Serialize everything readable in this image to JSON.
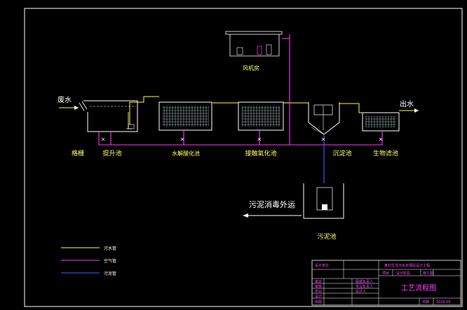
{
  "diagram": {
    "inlet_label": "废水",
    "outlet_label": "出水",
    "blower_room": "风机房",
    "units": {
      "screen": "格栅",
      "lift_tank": "提升池",
      "hydrolysis_tank": "水解酸化池",
      "contact_oxidation_tank": "接触氧化池",
      "settling_tank": "沉淀池",
      "bio_filter": "生物滤池",
      "sludge_tank": "污泥池"
    },
    "sludge_note": "污泥消毒外运",
    "legend": [
      {
        "label": "污水管",
        "color": "#ffff33"
      },
      {
        "label": "空气管",
        "color": "#ff33ff"
      },
      {
        "label": "污泥管",
        "color": "#3366ff"
      }
    ]
  },
  "title_block": {
    "project_title": "某村生活污水处理站设计工程",
    "drawing_name": "工艺流程图",
    "r1_left": "设计单位",
    "r2_left": "项目",
    "r2_mid": "设计阶段",
    "r2_right": "施工图",
    "s1": "图纸负责人",
    "s2": "专业负责人",
    "s3": "设计人",
    "c1": "审定",
    "c2": "审核",
    "c3": "校对",
    "c4": "设计",
    "c5": "绘图",
    "bottom_mid": "日期",
    "bottom_right": "2016.05"
  }
}
